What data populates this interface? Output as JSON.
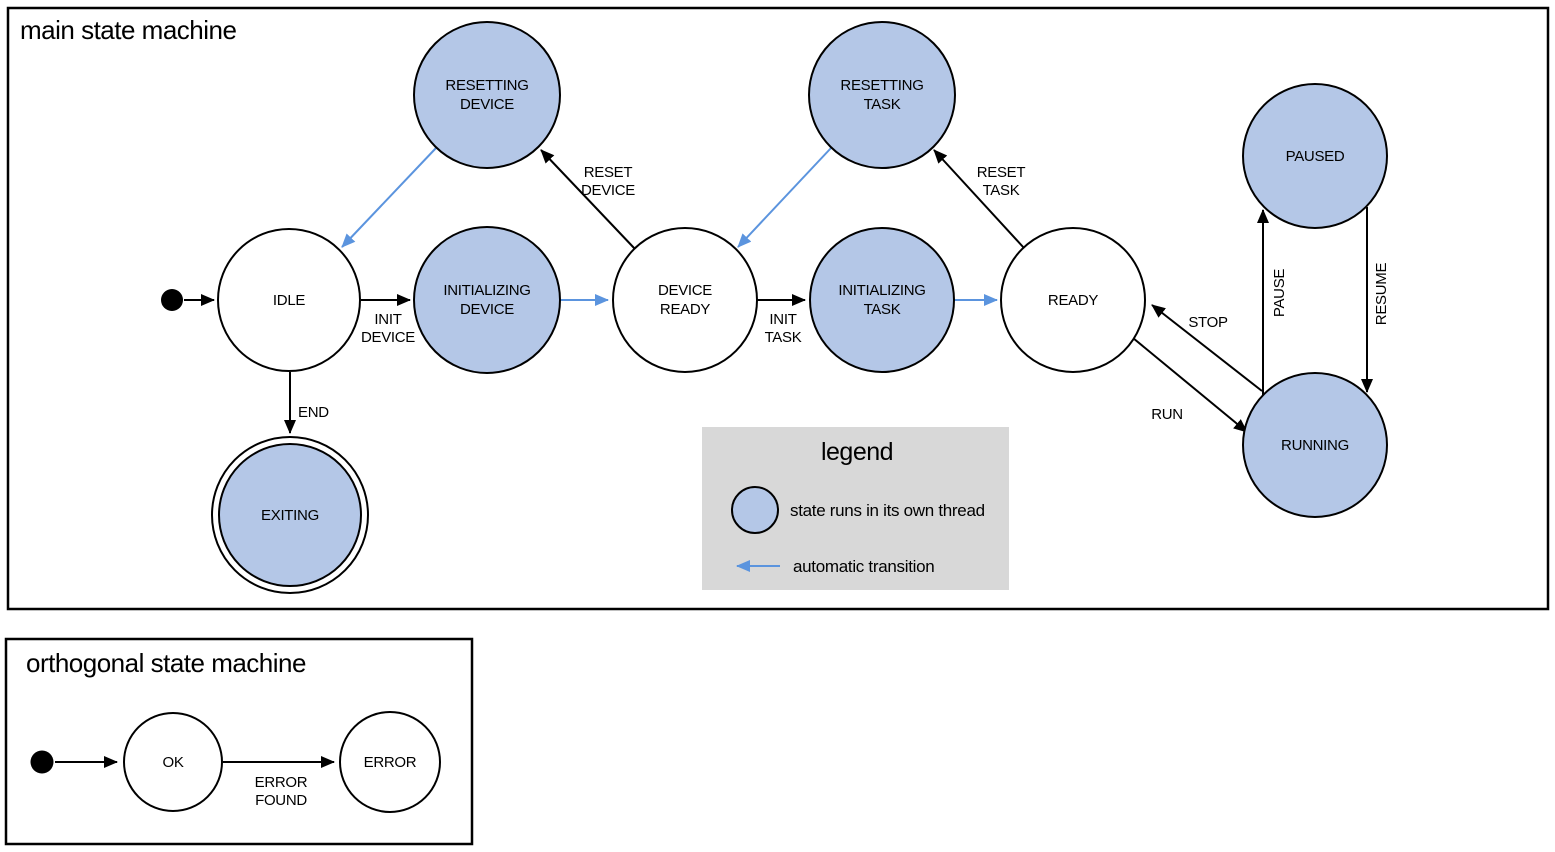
{
  "main_machine": {
    "title": "main state machine",
    "states": {
      "idle": "IDLE",
      "resetting_device": [
        "RESETTING",
        "DEVICE"
      ],
      "initializing_device": [
        "INITIALIZING",
        "DEVICE"
      ],
      "device_ready": [
        "DEVICE",
        "READY"
      ],
      "resetting_task": [
        "RESETTING",
        "TASK"
      ],
      "initializing_task": [
        "INITIALIZING",
        "TASK"
      ],
      "ready": "READY",
      "paused": "PAUSED",
      "running": "RUNNING",
      "exiting": "EXITING"
    },
    "transitions": {
      "init_device": [
        "INIT",
        "DEVICE"
      ],
      "reset_device": [
        "RESET",
        "DEVICE"
      ],
      "init_task": [
        "INIT",
        "TASK"
      ],
      "reset_task": [
        "RESET",
        "TASK"
      ],
      "end": "END",
      "stop": "STOP",
      "run": "RUN",
      "pause": "PAUSE",
      "resume": "RESUME"
    }
  },
  "legend": {
    "title": "legend",
    "thread_state_label": "state runs in its own thread",
    "auto_transition_label": "automatic transition"
  },
  "orthogonal_machine": {
    "title": "orthogonal state machine",
    "states": {
      "ok": "OK",
      "error": "ERROR"
    },
    "transitions": {
      "error_found": [
        "ERROR",
        "FOUND"
      ]
    }
  },
  "colors": {
    "thread_state_fill": "#b4c7e7",
    "auto_transition": "#5b94de",
    "legend_bg": "#d8d8d8",
    "line": "#000000"
  }
}
